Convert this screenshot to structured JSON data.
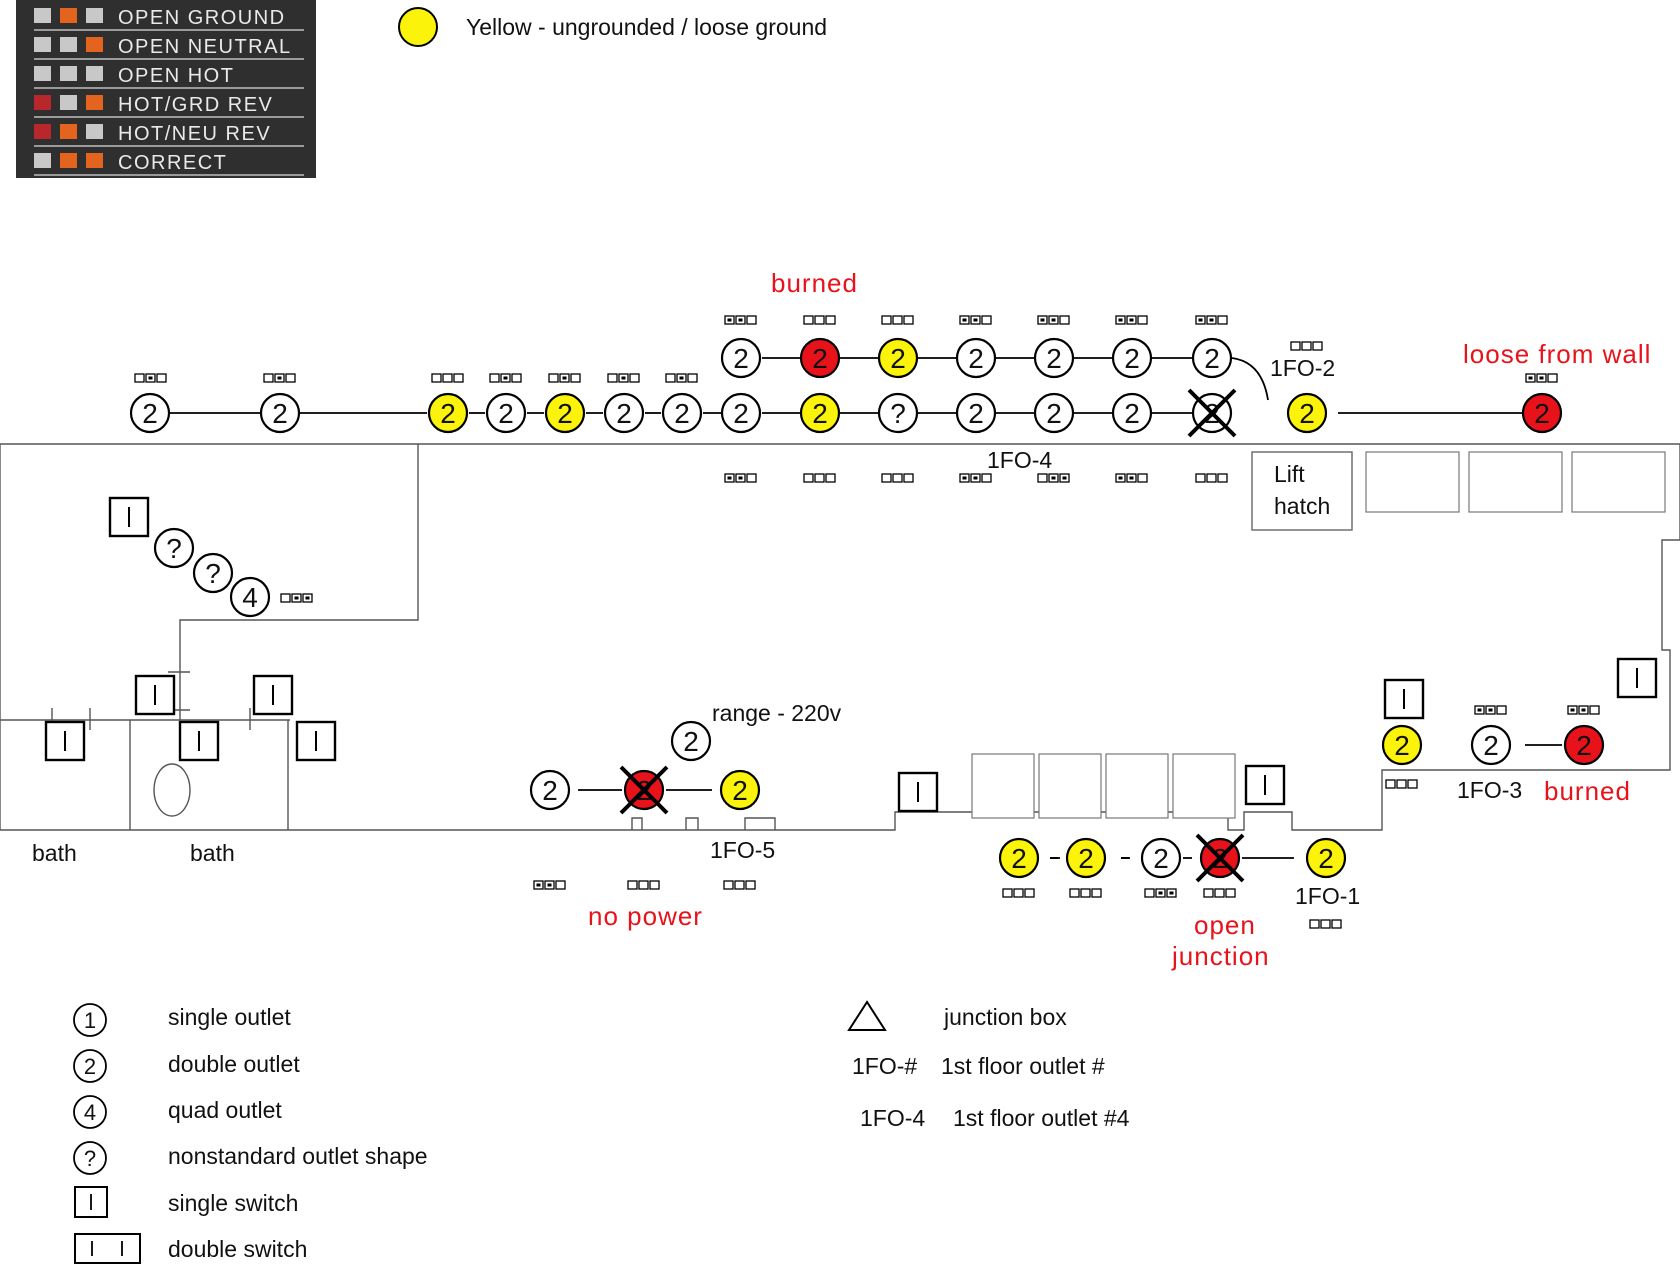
{
  "tester_legend": {
    "rows": [
      {
        "label": "OPEN GROUND",
        "lights": [
          "#c8c8c8",
          "#e3641f",
          "#c8c8c8"
        ]
      },
      {
        "label": "OPEN NEUTRAL",
        "lights": [
          "#c8c8c8",
          "#c8c8c8",
          "#e3641f"
        ]
      },
      {
        "label": "OPEN HOT",
        "lights": [
          "#c8c8c8",
          "#c8c8c8",
          "#c8c8c8"
        ]
      },
      {
        "label": "HOT/GRD REV",
        "lights": [
          "#b8272b",
          "#c8c8c8",
          "#e3641f"
        ]
      },
      {
        "label": "HOT/NEU REV",
        "lights": [
          "#b8272b",
          "#e3641f",
          "#c8c8c8"
        ]
      },
      {
        "label": "CORRECT",
        "lights": [
          "#c8c8c8",
          "#e3641f",
          "#e3641f"
        ]
      }
    ]
  },
  "status_legend": {
    "yellow_label": "Yellow - ungrounded / loose ground"
  },
  "colors": {
    "yellow": "#fbf40a",
    "red": "#e8121a",
    "note": "#e8121a"
  },
  "rooms": {
    "bath_left": "bath",
    "bath_right": "bath",
    "lift_hatch_line1": "Lift",
    "lift_hatch_line2": "hatch"
  },
  "notes": {
    "burned_top": "burned",
    "loose_from_wall": "loose from wall",
    "no_power": "no power",
    "open_junction_line1": "open",
    "open_junction_line2": "junction",
    "burned_right": "burned"
  },
  "labels": {
    "fo1": "1FO-1",
    "fo2": "1FO-2",
    "fo3": "1FO-3",
    "fo4": "1FO-4",
    "fo5": "1FO-5",
    "range": "range - 220v"
  },
  "symbol_legend": {
    "single_outlet": {
      "symbol": "1",
      "label": "single outlet"
    },
    "double_outlet": {
      "symbol": "2",
      "label": "double outlet"
    },
    "quad_outlet": {
      "symbol": "4",
      "label": "quad outlet"
    },
    "nonstandard": {
      "symbol": "?",
      "label": "nonstandard outlet shape"
    },
    "single_switch": {
      "label": "single switch"
    },
    "double_switch": {
      "label": "double switch"
    },
    "junction_box": {
      "label": "junction box"
    },
    "fo_generic": {
      "code": "1FO-#",
      "label": "1st floor outlet #"
    },
    "fo_example": {
      "code": "1FO-4",
      "label": "1st floor outlet #4"
    }
  },
  "outlets": {
    "t1": {
      "symbol": "2",
      "status": "white"
    },
    "t2": {
      "symbol": "2",
      "status": "white"
    },
    "t3": {
      "symbol": "2",
      "status": "yellow"
    },
    "t4": {
      "symbol": "2",
      "status": "white"
    },
    "t5": {
      "symbol": "2",
      "status": "yellow"
    },
    "t6": {
      "symbol": "2",
      "status": "white"
    },
    "t7": {
      "symbol": "2",
      "status": "white"
    },
    "t8": {
      "symbol": "2",
      "status": "white"
    },
    "t9": {
      "symbol": "2",
      "status": "yellow"
    },
    "t10": {
      "symbol": "?",
      "status": "white"
    },
    "t11": {
      "symbol": "2",
      "status": "white"
    },
    "t12": {
      "symbol": "2",
      "status": "white"
    },
    "t13": {
      "symbol": "2",
      "status": "white"
    },
    "t14": {
      "symbol": "2",
      "status": "crossed"
    },
    "t15": {
      "symbol": "2",
      "status": "yellow"
    },
    "t16": {
      "symbol": "2",
      "status": "red"
    },
    "u1": {
      "symbol": "2",
      "status": "white"
    },
    "u2": {
      "symbol": "2",
      "status": "red"
    },
    "u3": {
      "symbol": "2",
      "status": "yellow"
    },
    "u4": {
      "symbol": "2",
      "status": "white"
    },
    "u5": {
      "symbol": "2",
      "status": "white"
    },
    "u6": {
      "symbol": "2",
      "status": "white"
    },
    "u7": {
      "symbol": "2",
      "status": "white"
    },
    "q1": {
      "symbol": "?",
      "status": "white"
    },
    "q2": {
      "symbol": "?",
      "status": "white"
    },
    "q3": {
      "symbol": "4",
      "status": "white"
    },
    "b1": {
      "symbol": "2",
      "status": "white"
    },
    "b2": {
      "symbol": "2",
      "status": "crossed-red"
    },
    "b3": {
      "symbol": "2",
      "status": "yellow"
    },
    "range": {
      "symbol": "2",
      "status": "white"
    },
    "c1": {
      "symbol": "2",
      "status": "yellow"
    },
    "c2": {
      "symbol": "2",
      "status": "yellow"
    },
    "c3": {
      "symbol": "2",
      "status": "white"
    },
    "c4": {
      "symbol": "2",
      "status": "crossed-red"
    },
    "c5": {
      "symbol": "2",
      "status": "yellow"
    },
    "r1": {
      "symbol": "2",
      "status": "yellow"
    },
    "r2": {
      "symbol": "2",
      "status": "white"
    },
    "r3": {
      "symbol": "2",
      "status": "red"
    }
  },
  "testers": {
    "t1": "010",
    "t2": "010",
    "t3": "000",
    "t4": "010",
    "t5": "010",
    "t6": "010",
    "t7": "010",
    "u1": "110",
    "u2": "000",
    "u3": "000",
    "u4": "110",
    "u5": "110",
    "u6": "110",
    "u7": "110",
    "fo2": "000",
    "loose": "110",
    "l1": "110",
    "l2": "000",
    "l3": "000",
    "l4": "110",
    "l5": "011",
    "l6": "110",
    "l7": "000",
    "q": "011",
    "b1": "110",
    "b2": "000",
    "b3": "000",
    "c1": "000",
    "c2": "000",
    "c3": "011",
    "c4": "000",
    "c5": "000",
    "r1": "000",
    "r2": "110",
    "r3": "110"
  }
}
